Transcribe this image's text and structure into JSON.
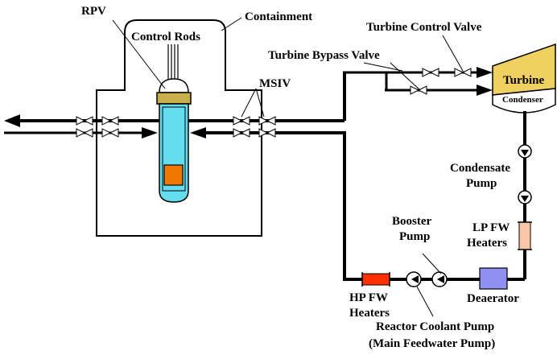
{
  "labels": {
    "rpv": "RPV",
    "containment": "Containment",
    "control_rods": "Control Rods",
    "turbine_control_valve": "Turbine Control Valve",
    "turbine_bypass_valve": "Turbine Bypass Valve",
    "msiv": "MSIV",
    "turbine": "Turbine",
    "condenser": "Condenser",
    "condensate_pump_line1": "Condensate",
    "condensate_pump_line2": "Pump",
    "lp_fw_heaters_line1": "LP FW",
    "lp_fw_heaters_line2": "Heaters",
    "booster_pump_line1": "Booster",
    "booster_pump_line2": "Pump",
    "hp_fw_heaters_line1": "HP FW",
    "hp_fw_heaters_line2": "Heaters",
    "deaerator": "Deaerator",
    "reactor_coolant_pump_line1": "Reactor Coolant Pump",
    "reactor_coolant_pump_line2": "(Main Feedwater Pump)"
  },
  "colors": {
    "vessel_fill": "#66ddee",
    "vessel_head": "#c8b04a",
    "core": "#f07800",
    "turbine_fill": "#f0d060",
    "lp_heater": "#f8c8a8",
    "hp_heater": "#ff3000",
    "deaerator": "#9090f0",
    "line": "#000000"
  }
}
